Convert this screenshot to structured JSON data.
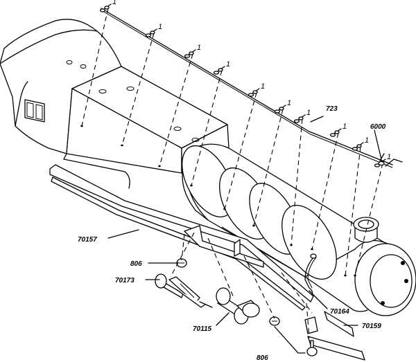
{
  "diagram": {
    "callouts": {
      "wire": "723",
      "stanchion_part": "6000",
      "running_board": "70157",
      "screw_upper": "806",
      "motor_assembly": "70173",
      "mount_bracket": "70164",
      "smoke_unit": "70115",
      "rear_bracket": "70159",
      "screw_lower": "806"
    },
    "stanchion_quantity_label": "1",
    "stanchion_count": 10
  }
}
